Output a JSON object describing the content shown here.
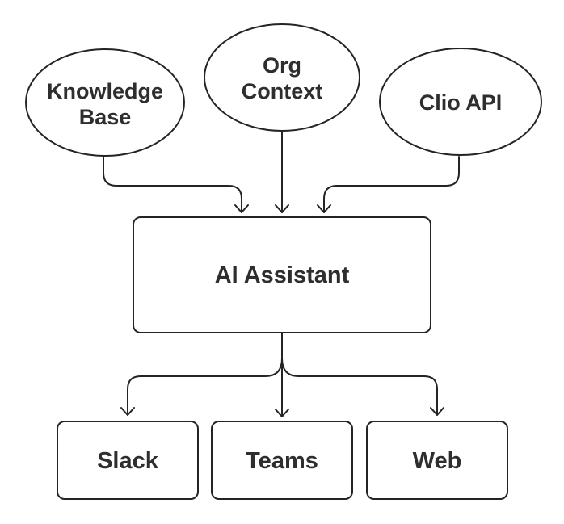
{
  "diagram": {
    "background_color": "#ffffff",
    "stroke_color": "#242424",
    "text_color": "#2e2e2e",
    "nodes": {
      "knowledge_base": {
        "type": "ellipse",
        "line1": "Knowledge",
        "line2": "Base"
      },
      "org_context": {
        "type": "ellipse",
        "line1": "Org",
        "line2": "Context"
      },
      "clio_api": {
        "type": "ellipse",
        "label": "Clio API"
      },
      "ai_assistant": {
        "type": "rect",
        "label": "AI Assistant"
      },
      "slack": {
        "type": "rect",
        "label": "Slack"
      },
      "teams": {
        "type": "rect",
        "label": "Teams"
      },
      "web": {
        "type": "rect",
        "label": "Web"
      }
    },
    "edges": [
      {
        "from": "knowledge_base",
        "to": "ai_assistant"
      },
      {
        "from": "org_context",
        "to": "ai_assistant"
      },
      {
        "from": "clio_api",
        "to": "ai_assistant"
      },
      {
        "from": "ai_assistant",
        "to": "slack"
      },
      {
        "from": "ai_assistant",
        "to": "teams"
      },
      {
        "from": "ai_assistant",
        "to": "web"
      }
    ]
  }
}
